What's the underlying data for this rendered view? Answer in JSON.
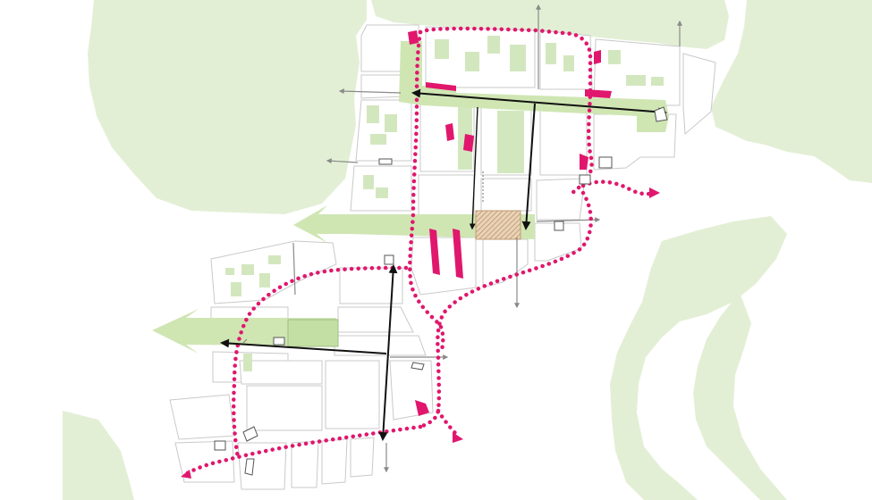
{
  "map": {
    "title": "",
    "colors": {
      "background": "#ffffff",
      "green_space": "#e3efd5",
      "green_corridor": "#cfe6b3",
      "block_outline": "#c9c9c9",
      "loop_path": "#e0176d",
      "building": "#e0176d",
      "building_shadow": "#a3104f",
      "axis_arrow": "#111111",
      "street_arrow": "#8a8a8a",
      "plaza_hatch": "#c9a27a"
    },
    "legend": [],
    "features": [
      "green-space",
      "green-corridor",
      "city-block",
      "pink-loop-route",
      "axis-arrow",
      "street-arrow",
      "building",
      "plaza"
    ]
  }
}
